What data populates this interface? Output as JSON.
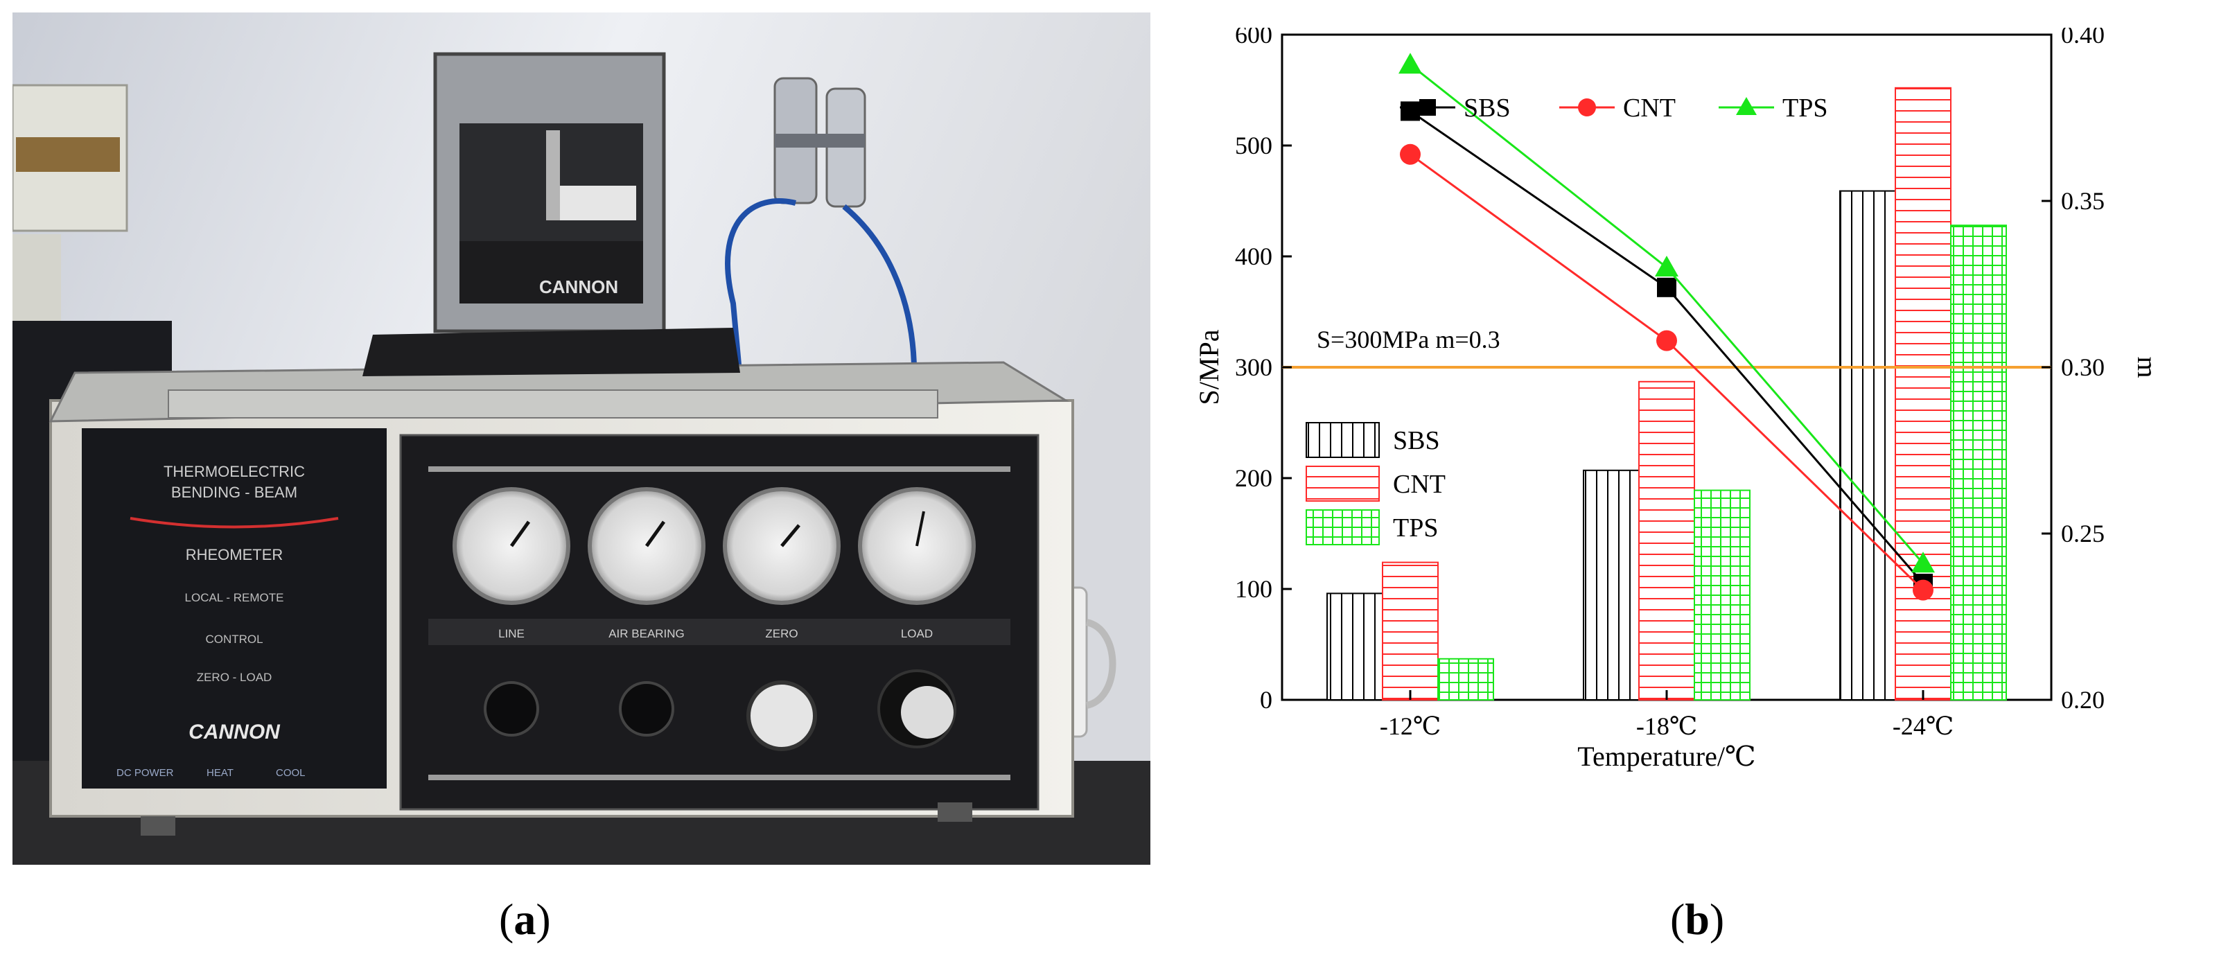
{
  "panels": {
    "a": {
      "caption_open": "(",
      "caption_letter": "a",
      "caption_close": ")",
      "device": {
        "brand": "CANNON",
        "panel_line1": "THERMOELECTRIC",
        "panel_line2": "BENDING - BEAM",
        "panel_title": "RHEOMETER",
        "labels": [
          "LOCAL - REMOTE",
          "CONTROL",
          "ZERO - LOAD"
        ],
        "gauge_labels": [
          "LINE",
          "AIR BEARING",
          "ZERO",
          "LOAD"
        ],
        "switch_labels": [
          "DC POWER",
          "HEAT",
          "COOL"
        ]
      }
    },
    "b": {
      "caption_open": "(",
      "caption_letter": "b",
      "caption_close": ")"
    }
  },
  "colors": {
    "SBS": "#000000",
    "CNT": "#ff2a2a",
    "TPS": "#19e619",
    "threshold": "#f5a030"
  },
  "chart_data": {
    "type": "bar",
    "categories": [
      "-12℃",
      "-18℃",
      "-24℃"
    ],
    "xlabel": "Temperature/℃",
    "ylabel": "S/MPa",
    "ylim": [
      0,
      600
    ],
    "yticks": [
      0,
      100,
      200,
      300,
      400,
      500,
      600
    ],
    "y2label": "m",
    "y2lim": [
      0.2,
      0.4
    ],
    "y2ticks": [
      "0.20",
      "0.25",
      "0.30",
      "0.35",
      "0.40"
    ],
    "bar_series": [
      {
        "name": "SBS",
        "values": [
          96,
          207,
          459
        ],
        "pattern": "vertical"
      },
      {
        "name": "CNT",
        "values": [
          124,
          287,
          552
        ],
        "pattern": "horizontal"
      },
      {
        "name": "TPS",
        "values": [
          37,
          189,
          428
        ],
        "pattern": "grid"
      }
    ],
    "line_series": [
      {
        "name": "SBS",
        "marker": "square",
        "values": [
          0.377,
          0.324,
          0.235
        ]
      },
      {
        "name": "CNT",
        "marker": "circle",
        "values": [
          0.364,
          0.308,
          0.233
        ]
      },
      {
        "name": "TPS",
        "marker": "triangle",
        "values": [
          0.391,
          0.33,
          0.241
        ]
      }
    ],
    "threshold": {
      "value": 300,
      "label": "S=300MPa m=0.3"
    },
    "legend_lines_placement": "top",
    "legend_bars_placement": "left",
    "grid": false
  }
}
